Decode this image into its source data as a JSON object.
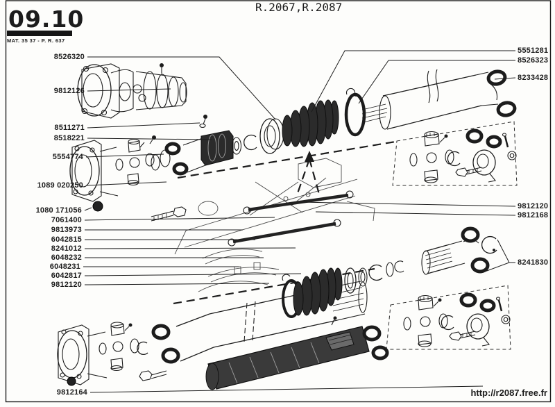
{
  "page": {
    "section_code": "09.10",
    "section_ref": "MAT. 35 37 - P. R. 637",
    "title_models": "R.2067,R.2087",
    "footer_url": "http://r2087.free.fr"
  },
  "parts": {
    "left": [
      "8526320",
      "9812126",
      "8511271",
      "8518221",
      "5554774",
      "1089 020250",
      "1080 171056",
      "7061400",
      "9813973",
      "6042815",
      "8241012",
      "6048232",
      "6048231",
      "6042817",
      "9812120",
      "9812164"
    ],
    "right": [
      "5551281",
      "8526323",
      "8233428",
      "9812120",
      "9812168",
      "8241830"
    ]
  },
  "colors": {
    "ink": "#1c1c1c",
    "paper": "#fdfdfb"
  }
}
